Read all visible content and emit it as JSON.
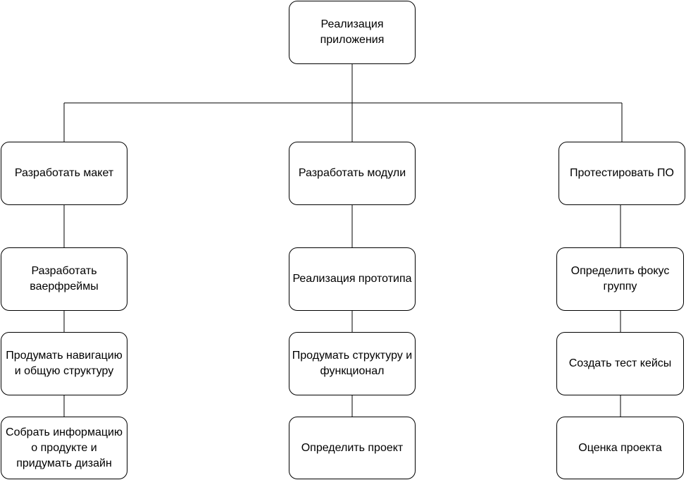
{
  "diagram": {
    "root": {
      "label": "Реализация приложения"
    },
    "branches": [
      {
        "label": "Разработать макет",
        "children": [
          {
            "label": "Разработать ваерфреймы"
          },
          {
            "label": "Продумать навигацию и общую структуру"
          },
          {
            "label": "Собрать информацию о продукте и придумать дизайн"
          }
        ]
      },
      {
        "label": "Разработать модули",
        "children": [
          {
            "label": "Реализация прототипа"
          },
          {
            "label": "Продумать структуру и функционал"
          },
          {
            "label": "Определить проект"
          }
        ]
      },
      {
        "label": "Протестировать ПО",
        "children": [
          {
            "label": "Определить фокус группу"
          },
          {
            "label": "Создать тест кейсы"
          },
          {
            "label": "Оценка проекта"
          }
        ]
      }
    ]
  },
  "colors": {
    "stroke": "#000000",
    "fill": "#ffffff",
    "text": "#000000"
  }
}
